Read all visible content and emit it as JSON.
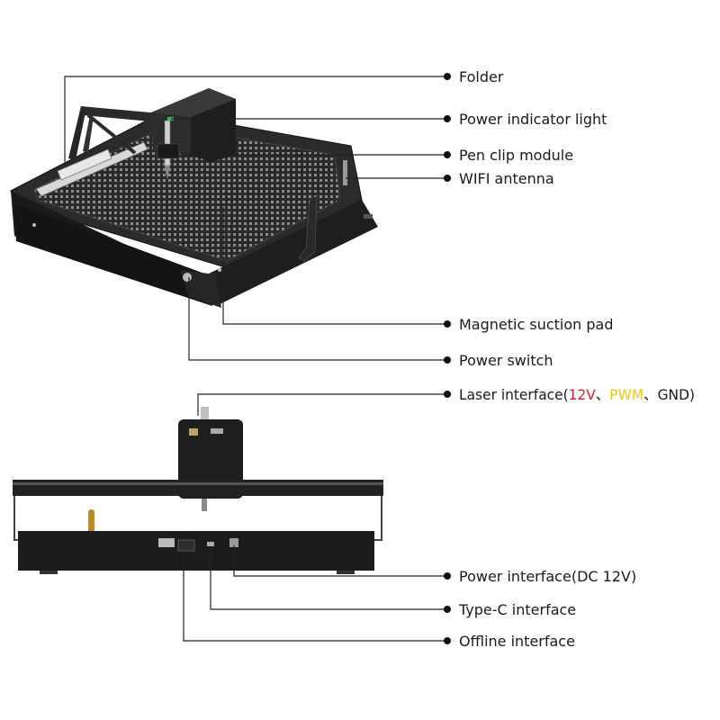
{
  "callouts": {
    "folder": "Folder",
    "power_indicator_light": "Power indicator light",
    "pen_clip_module": "Pen clip module",
    "wifi_antenna": "WIFI antenna",
    "magnetic_suction_pad": "Magnetic suction pad",
    "power_switch": "Power switch",
    "laser_interface": {
      "prefix": "Laser interface(",
      "v12": "12V",
      "sep1": "、",
      "pwm": "PWM",
      "sep2": "、",
      "gnd": "GND)"
    },
    "power_interface": "Power interface(DC 12V)",
    "type_c_interface": "Type-C interface",
    "offline_interface": "Offline interface"
  },
  "colors": {
    "body": "#1c1c1c",
    "grid": "#7a7a7a",
    "v12": "#e02020",
    "pwm": "#f0c800",
    "indicator": "#2fbf3a"
  }
}
